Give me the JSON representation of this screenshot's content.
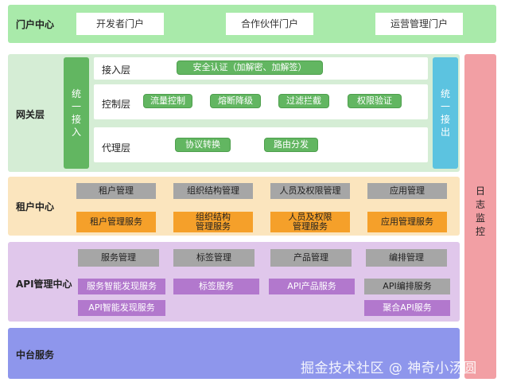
{
  "portal": {
    "title": "门户中心",
    "items": [
      "开发者门户",
      "合作伙伴门户",
      "运营管理门户"
    ]
  },
  "gateway": {
    "title": "网关层",
    "inbound": [
      "统",
      "一",
      "接",
      "入"
    ],
    "outbound": [
      "统",
      "一",
      "接",
      "出"
    ],
    "rows": [
      {
        "label": "接入层",
        "items": [
          "安全认证（加解密、加解签）"
        ]
      },
      {
        "label": "控制层",
        "items": [
          "流量控制",
          "熔断降级",
          "过滤拦截",
          "权限验证"
        ]
      },
      {
        "label": "代理层",
        "items": [
          "协议转换",
          "路由分发"
        ]
      }
    ]
  },
  "tenant": {
    "title": "租户中心",
    "mgmt": [
      "租户管理",
      "组织结构管理",
      "人员及权限管理",
      "应用管理"
    ],
    "services": [
      [
        "租户管理服务"
      ],
      [
        "组织结构",
        "管理服务"
      ],
      [
        "人员及权限",
        "管理服务"
      ],
      [
        "应用管理服务"
      ]
    ]
  },
  "api": {
    "title": "API管理中心",
    "mgmt": [
      "服务管理",
      "标签管理",
      "产品管理",
      "编排管理"
    ],
    "services": [
      "服务智能发现服务",
      "标签服务",
      "API产品服务",
      "API编排服务"
    ],
    "extra": [
      "API智能发现服务",
      "聚合API服务"
    ]
  },
  "middle": {
    "title": "中台服务"
  },
  "log": {
    "chars": [
      "日",
      "志",
      "监",
      "控"
    ]
  },
  "watermark": "掘金技术社区 @ 神奇小汤圆",
  "colors": {
    "portal_bg": "#a9eaaa",
    "gateway_bg": "#d5edd5",
    "gateway_green": "#62b661",
    "outbound_blue": "#5cc3e0",
    "tenant_bg": "#fbe5be",
    "tenant_orange": "#f5a02a",
    "api_bg": "#e0c7eb",
    "api_purple": "#b278cd",
    "middle_bg": "#8e96ec",
    "log_bg": "#f29fa4"
  }
}
